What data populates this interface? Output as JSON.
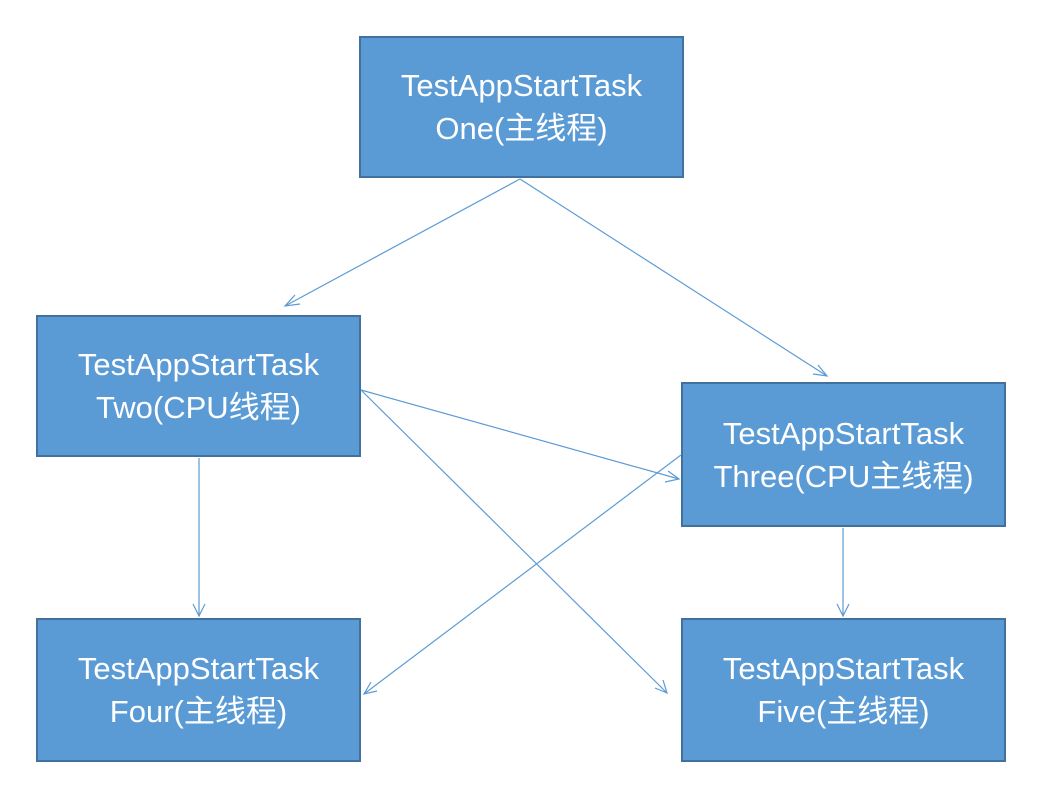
{
  "diagram": {
    "nodes": [
      {
        "id": "one",
        "line1": "TestAppStartTask",
        "line2": "One(主线程)"
      },
      {
        "id": "two",
        "line1": "TestAppStartTask",
        "line2": "Two(CPU线程)"
      },
      {
        "id": "three",
        "line1": "TestAppStartTask",
        "line2": "Three(CPU主线程)"
      },
      {
        "id": "four",
        "line1": "TestAppStartTask",
        "line2": "Four(主线程)"
      },
      {
        "id": "five",
        "line1": "TestAppStartTask",
        "line2": "Five(主线程)"
      }
    ],
    "edges": [
      {
        "from": "one",
        "to": "two"
      },
      {
        "from": "one",
        "to": "three"
      },
      {
        "from": "two",
        "to": "three"
      },
      {
        "from": "two",
        "to": "four"
      },
      {
        "from": "two",
        "to": "five"
      },
      {
        "from": "three",
        "to": "four"
      },
      {
        "from": "three",
        "to": "five"
      }
    ],
    "colors": {
      "node_fill": "#5b9bd5",
      "node_border": "#41719c",
      "node_text": "#ffffff",
      "edge": "#5b9bd5"
    }
  }
}
